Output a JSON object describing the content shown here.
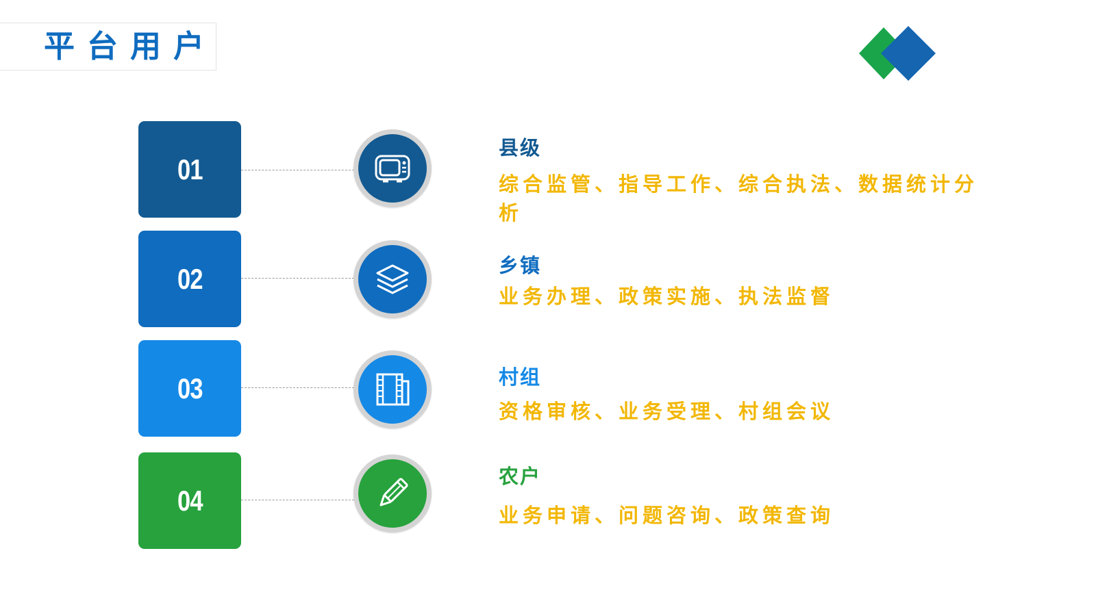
{
  "title": "平台用户",
  "colors": {
    "title": "#0f6cbf",
    "desc": "#f2b705",
    "logo_green": "#1aa54b",
    "logo_blue": "#1565b0"
  },
  "rows": [
    {
      "number": "01",
      "label": "县级",
      "description": "综合监管、指导工作、综合执法、数据统计分析",
      "icon": "tv-icon",
      "box_color": "#135a92",
      "circle_color": "#135a92",
      "label_color": "#135a92"
    },
    {
      "number": "02",
      "label": "乡镇",
      "description": "业务办理、政策实施、执法监督",
      "icon": "layers-icon",
      "box_color": "#0f6cbf",
      "circle_color": "#0f6cbf",
      "label_color": "#0f6cbf"
    },
    {
      "number": "03",
      "label": "村组",
      "description": "资格审核、业务受理、村组会议",
      "icon": "film-icon",
      "box_color": "#1589e6",
      "circle_color": "#1589e6",
      "label_color": "#1589e6"
    },
    {
      "number": "04",
      "label": "农户",
      "description": "业务申请、问题咨询、政策查询",
      "icon": "pencil-icon",
      "box_color": "#27a23d",
      "circle_color": "#27a23d",
      "label_color": "#27a23d"
    }
  ]
}
